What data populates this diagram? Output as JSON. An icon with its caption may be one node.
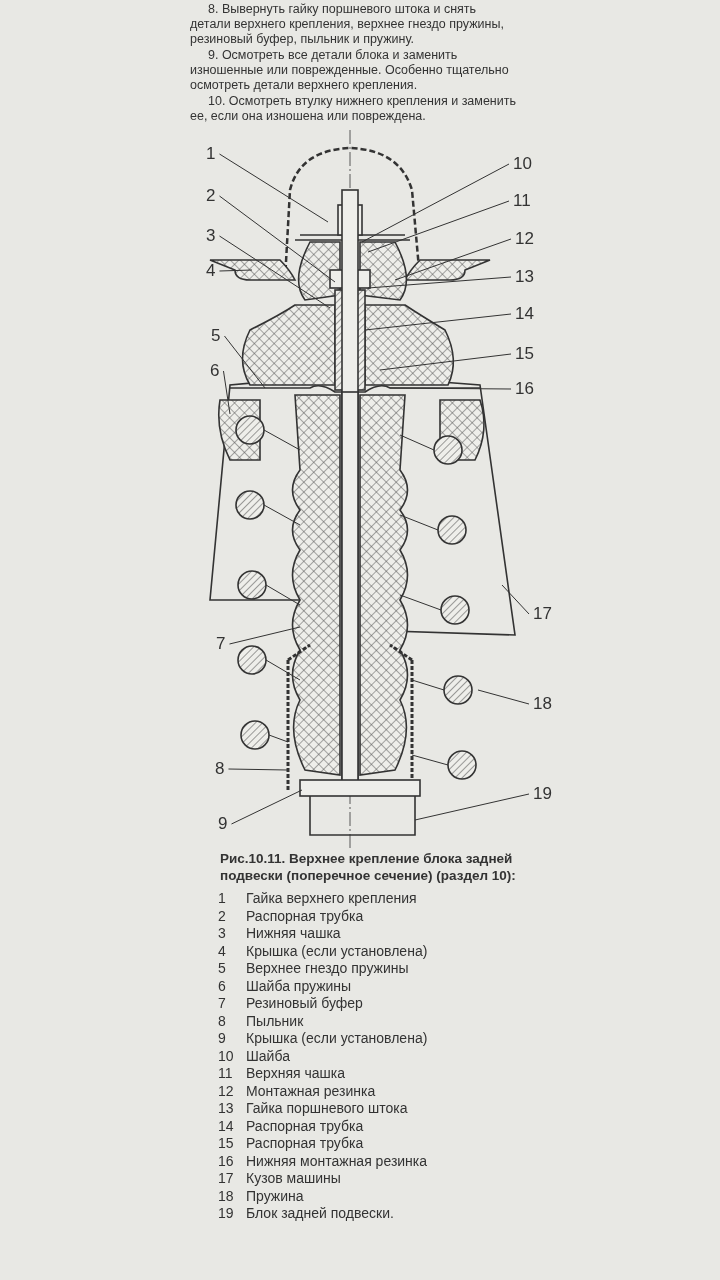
{
  "diagram": {
    "caption": "Рис.10.11. Верхнее крепление блока задней подвески (поперечное сечение) (раздел 10):",
    "nodes": [
      {
        "text": [
          "1"
        ]
      },
      {
        "text": [
          "2"
        ]
      },
      {
        "text": [
          "3"
        ]
      },
      {
        "text": [
          "4"
        ]
      },
      {
        "text": [
          "5"
        ]
      },
      {
        "text": [
          "6"
        ]
      },
      {
        "text": [
          "7"
        ]
      },
      {
        "text": [
          "8"
        ]
      },
      {
        "text": [
          "9"
        ]
      },
      {
        "text": [
          "10"
        ]
      },
      {
        "text": [
          "11"
        ]
      },
      {
        "text": [
          "12"
        ]
      },
      {
        "text": [
          "13"
        ]
      },
      {
        "text": [
          "14"
        ]
      },
      {
        "text": [
          "15"
        ]
      },
      {
        "text": [
          "16"
        ]
      },
      {
        "text": [
          "17"
        ]
      },
      {
        "text": [
          "18"
        ]
      },
      {
        "text": [
          "19"
        ]
      }
    ],
    "edges": [
      {
        "from": 0,
        "to": null,
        "arrow": "none"
      },
      {
        "from": 1,
        "to": null,
        "arrow": "none"
      },
      {
        "from": 2,
        "to": null,
        "arrow": "none"
      },
      {
        "from": 3,
        "to": null,
        "arrow": "none"
      },
      {
        "from": 4,
        "to": null,
        "arrow": "none"
      },
      {
        "from": 5,
        "to": null,
        "arrow": "none"
      },
      {
        "from": 6,
        "to": null,
        "arrow": "none"
      },
      {
        "from": 7,
        "to": null,
        "arrow": "none"
      },
      {
        "from": 8,
        "to": null,
        "arrow": "none"
      },
      {
        "from": 9,
        "to": null,
        "arrow": "none"
      },
      {
        "from": 10,
        "to": null,
        "arrow": "none"
      },
      {
        "from": 11,
        "to": null,
        "arrow": "none"
      },
      {
        "from": 12,
        "to": null,
        "arrow": "none"
      },
      {
        "from": 13,
        "to": null,
        "arrow": "none"
      },
      {
        "from": 14,
        "to": null,
        "arrow": "none"
      },
      {
        "from": 15,
        "to": null,
        "arrow": "none"
      },
      {
        "from": 16,
        "to": null,
        "arrow": "none"
      },
      {
        "from": 17,
        "to": null,
        "arrow": "none"
      },
      {
        "from": 18,
        "to": null,
        "arrow": "none"
      }
    ],
    "labels": [
      "8. Вывернуть гайку поршневого штока и снять детали верхнего крепления, верхнее гнездо пружины, резиновый буфер, пыльник и пружину.",
      "9. Осмотреть все детали блока и заменить изношенные или поврежденные. Особенно тщательно осмотреть детали верхнего крепления.",
      "10. Осмотреть втулку нижнего крепления и заменить ее, если она изношена или повреждена.",
      "1",
      "Гайка верхнего крепления",
      "2",
      "Распорная трубка",
      "3",
      "Нижняя чашка",
      "4",
      "Крышка (если установлена)",
      "5",
      "Верхнее гнездо пружины",
      "6",
      "Шайба пружины",
      "7",
      "Резиновый буфер",
      "8",
      "Пыльник",
      "9",
      "Крышка (если установлена)",
      "10",
      "Шайба",
      "11",
      "Верхняя чашка",
      "12",
      "Монтажная резинка",
      "13",
      "Гайка поршневого штока",
      "14",
      "Распорная трубка",
      "15",
      "Распорная трубка",
      "16",
      "Нижняя монтажная резинка",
      "17",
      "Кузов машины",
      "18",
      "Пружина",
      "19",
      "Блок задней подвески."
    ]
  }
}
